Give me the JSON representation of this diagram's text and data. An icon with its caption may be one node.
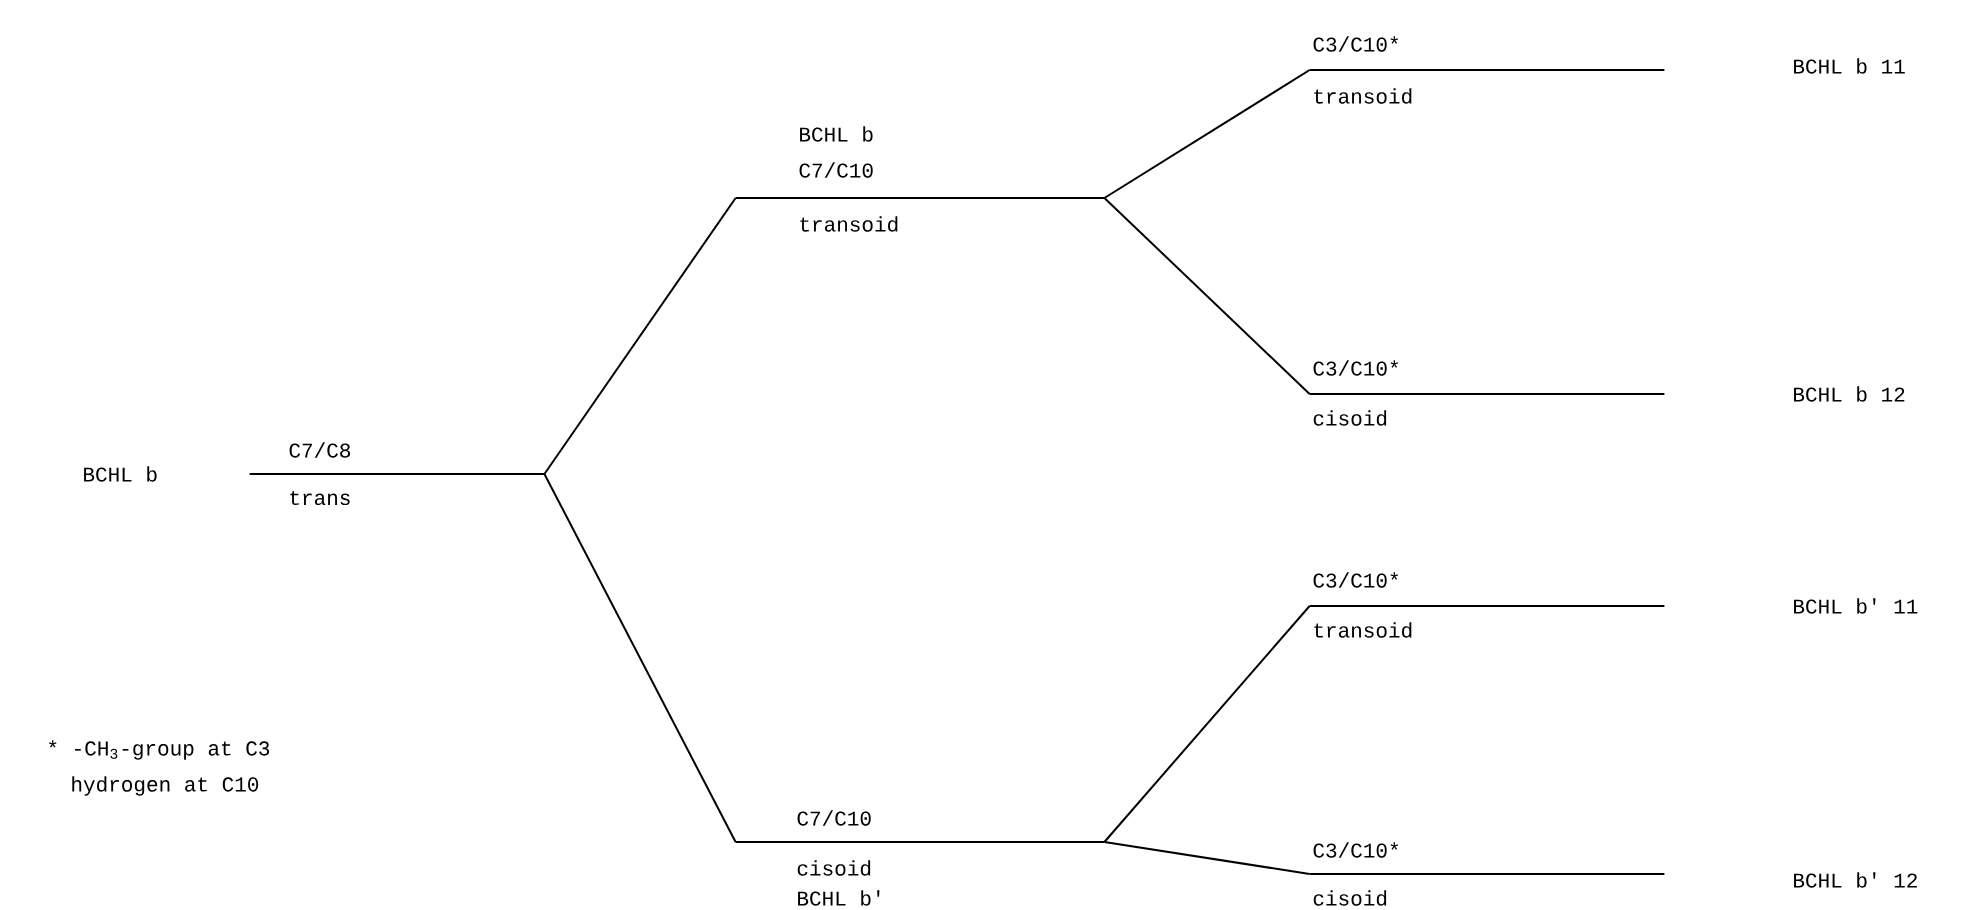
{
  "diagram": {
    "nodes": [
      {
        "text": [
          "C7/C8",
          "trans"
        ]
      },
      {
        "text": [
          "BCHL b",
          "C7/C10",
          "transoid"
        ]
      },
      {
        "text": [
          "C7/C10",
          "cisoid",
          "BCHL b'"
        ]
      },
      {
        "text": [
          "C3/C10*",
          "transoid"
        ]
      },
      {
        "text": [
          "C3/C10*",
          "cisoid"
        ]
      },
      {
        "text": [
          "C3/C10*",
          "transoid"
        ]
      },
      {
        "text": [
          "C3/C10*",
          "cisoid"
        ]
      }
    ],
    "edges": [
      {
        "from": 0,
        "to": 1,
        "arrow": "none"
      },
      {
        "from": 0,
        "to": 2,
        "arrow": "none"
      },
      {
        "from": 1,
        "to": 3,
        "arrow": "none"
      },
      {
        "from": 1,
        "to": 4,
        "arrow": "none"
      },
      {
        "from": 2,
        "to": 5,
        "arrow": "none"
      },
      {
        "from": 2,
        "to": 6,
        "arrow": "none"
      }
    ],
    "labels": [
      "BCHL b 11",
      "BCHL b 12",
      "BCHL b",
      "BCHL b' 11",
      "* -CH$_{3}$-group at C3",
      "hydrogen at C10",
      "BCHL b' 12"
    ]
  }
}
